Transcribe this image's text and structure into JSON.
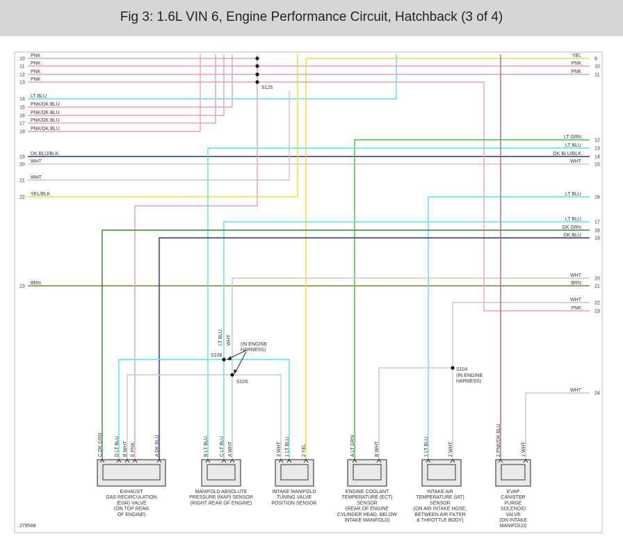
{
  "header": {
    "title": "Fig 3: 1.6L VIN 6, Engine Performance Circuit, Hatchback (3 of 4)"
  },
  "diagram_id": "279568",
  "colors": {
    "pink": "#e8a0bc",
    "cyan": "#55e4ea",
    "yellow": "#e8e23c",
    "green": "#3cc43c",
    "navy": "#22307a",
    "white_wire": "#c8c8c8",
    "dk_green": "#2e8a2e",
    "brown": "#8a7a20",
    "purple": "#a06898",
    "sensor_text": "#4a70a8"
  },
  "left_wires": [
    {
      "num": "10",
      "label": "PNK"
    },
    {
      "num": "11",
      "label": "PNK"
    },
    {
      "num": "12",
      "label": "PNK"
    },
    {
      "num": "13",
      "label": "PNK"
    },
    {
      "num": "14",
      "label": "LT BLU"
    },
    {
      "num": "15",
      "label": "PNK/DK BLU"
    },
    {
      "num": "16",
      "label": "PNK/DK BLU"
    },
    {
      "num": "17",
      "label": "PNK/DK BLU"
    },
    {
      "num": "18",
      "label": "PNK/DK BLU"
    },
    {
      "num": "19",
      "label": "DK BLU/BLK"
    },
    {
      "num": "20",
      "label": "WHT"
    },
    {
      "num": "21",
      "label": "WHT"
    },
    {
      "num": "22",
      "label": "YEL/BLK"
    },
    {
      "num": "23",
      "label": "BRN"
    }
  ],
  "right_wires": [
    {
      "num": "9",
      "label": "YEL"
    },
    {
      "num": "10",
      "label": "PNK"
    },
    {
      "num": "11",
      "label": "PNK"
    },
    {
      "num": "12",
      "label": "LT GRN"
    },
    {
      "num": "13",
      "label": "LT BLU"
    },
    {
      "num": "14",
      "label": "DK BLU/BLK"
    },
    {
      "num": "15",
      "label": "WHT"
    },
    {
      "num": "16",
      "label": "LT BLU"
    },
    {
      "num": "17",
      "label": "LT BLU"
    },
    {
      "num": "18",
      "label": "DK GRN"
    },
    {
      "num": "19",
      "label": "DK BLU"
    },
    {
      "num": "20",
      "label": "WHT"
    },
    {
      "num": "21",
      "label": "BRN"
    },
    {
      "num": "22",
      "label": "WHT"
    },
    {
      "num": "23",
      "label": "PNK"
    },
    {
      "num": "24",
      "label": "WHT"
    }
  ],
  "splices": {
    "s125": "S125",
    "s108": "S108",
    "s105": "S105",
    "s104": "S104",
    "engine_harness_line1": "(IN ENGINE",
    "engine_harness_line2": "HARNESS)"
  },
  "mid_labels": {
    "lt_blu": "LT BLU",
    "wht": "WHT"
  },
  "components": [
    {
      "pins": [
        {
          "letter": "C",
          "wire": "DK GRN"
        },
        {
          "letter": "D",
          "wire": "LT BLU"
        },
        {
          "letter": "B",
          "wire": "WHT"
        },
        {
          "letter": "E",
          "wire": "PNK"
        },
        {
          "letter": "A",
          "wire": "DK BLU"
        }
      ],
      "lines": [
        "EXHAUST",
        "GAS RECIRCULATION",
        "(EGR) VALVE",
        "(ON TOP REAR",
        "OF ENGINE)"
      ]
    },
    {
      "pins": [
        {
          "letter": "B",
          "wire": "LT BLU"
        },
        {
          "letter": "C",
          "wire": "LT BLU"
        },
        {
          "letter": "A",
          "wire": "WHT"
        }
      ],
      "lines": [
        "MANIFOLD ABSOLUTE",
        "PRESSURE (MAP) SENSOR",
        "(RIGHT REAR OF ENGINE)"
      ]
    },
    {
      "pins": [
        {
          "letter": "3",
          "wire": "WHT"
        },
        {
          "letter": "1",
          "wire": "LT BLU"
        },
        {
          "letter": "2",
          "wire": "YEL"
        }
      ],
      "lines": [
        "INTAKE MANIFOLD",
        "TUNING VALVE",
        "POSITION SENSOR"
      ]
    },
    {
      "pins": [
        {
          "letter": "A",
          "wire": "LT GRN"
        },
        {
          "letter": "B",
          "wire": "WHT"
        }
      ],
      "lines": [
        "ENGINE COOLANT",
        "TEMPERATURE (ECT)",
        "SENSOR",
        "(REAR OF ENGINE",
        "CYLINDER HEAD, BELOW",
        "INTAKE MANIFOLD)"
      ]
    },
    {
      "pins": [
        {
          "letter": "1",
          "wire": "LT BLU"
        },
        {
          "letter": "2",
          "wire": "WHT"
        }
      ],
      "lines": [
        "INTAKE AIR",
        "TEMPERATURE (IAT)",
        "SENSOR",
        "(ON AIR INTAKE HOSE,",
        "BETWEEN AIR FILTER",
        "& THROTTLE BODY)"
      ]
    },
    {
      "pins": [
        {
          "letter": "2",
          "wire": "PNK/DK BLU"
        },
        {
          "letter": "1",
          "wire": "WHT"
        }
      ],
      "lines": [
        "EVAP",
        "CANISTER",
        "PURGE",
        "SOLENOID",
        "VALVE",
        "(ON INTAKE",
        "MANIFOLD)"
      ]
    }
  ]
}
